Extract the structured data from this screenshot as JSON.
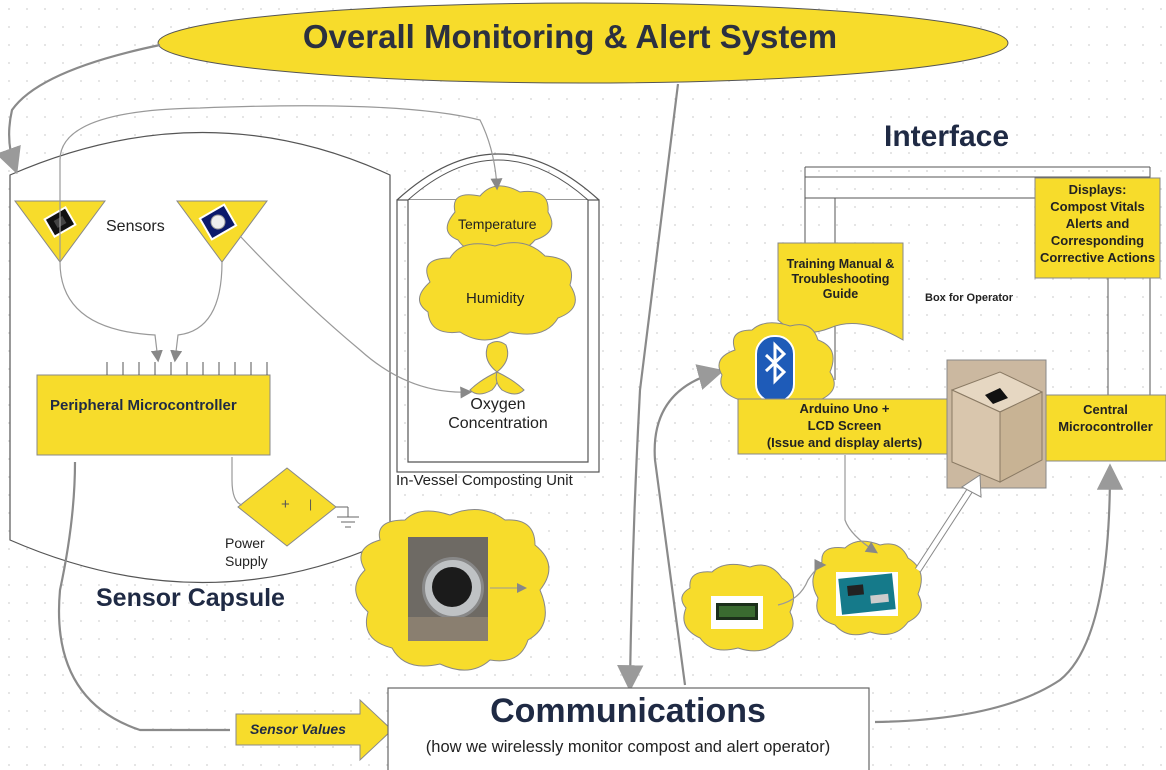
{
  "title": "Overall Monitoring & Alert System",
  "interface_title": "Interface",
  "sensor_capsule": {
    "title": "Sensor Capsule",
    "sensors_label": "Sensors",
    "microcontroller_label": "Peripheral Microcontroller",
    "power_supply_label_1": "Power",
    "power_supply_label_2": "Supply",
    "power_plus": "+",
    "power_minus": "|"
  },
  "composting_unit": {
    "label": "In-Vessel Composting Unit",
    "temperature": "Temperature",
    "humidity": "Humidity",
    "oxygen_1": "Oxygen",
    "oxygen_2": "Concentration"
  },
  "interface": {
    "training_manual_1": "Training Manual &",
    "training_manual_2": "Troubleshooting",
    "training_manual_3": "Guide",
    "box_for_operator": "Box for Operator",
    "displays_1": "Displays:",
    "displays_2": "Compost Vitals",
    "displays_3": "Alerts and",
    "displays_4": "Corresponding",
    "displays_5": "Corrective Actions",
    "arduino_1": "Arduino Uno +",
    "arduino_2": "LCD Screen",
    "arduino_3": "(Issue and display alerts)",
    "central_1": "Central",
    "central_2": "Microcontroller"
  },
  "communications": {
    "title": "Communications",
    "subtitle": "(how we wirelessly monitor compost and alert operator)",
    "sensor_values": "Sensor Values"
  },
  "colors": {
    "yellow": "#f7dc2b",
    "navy": "#1f2a44",
    "bluetooth": "#1e5bb8"
  }
}
